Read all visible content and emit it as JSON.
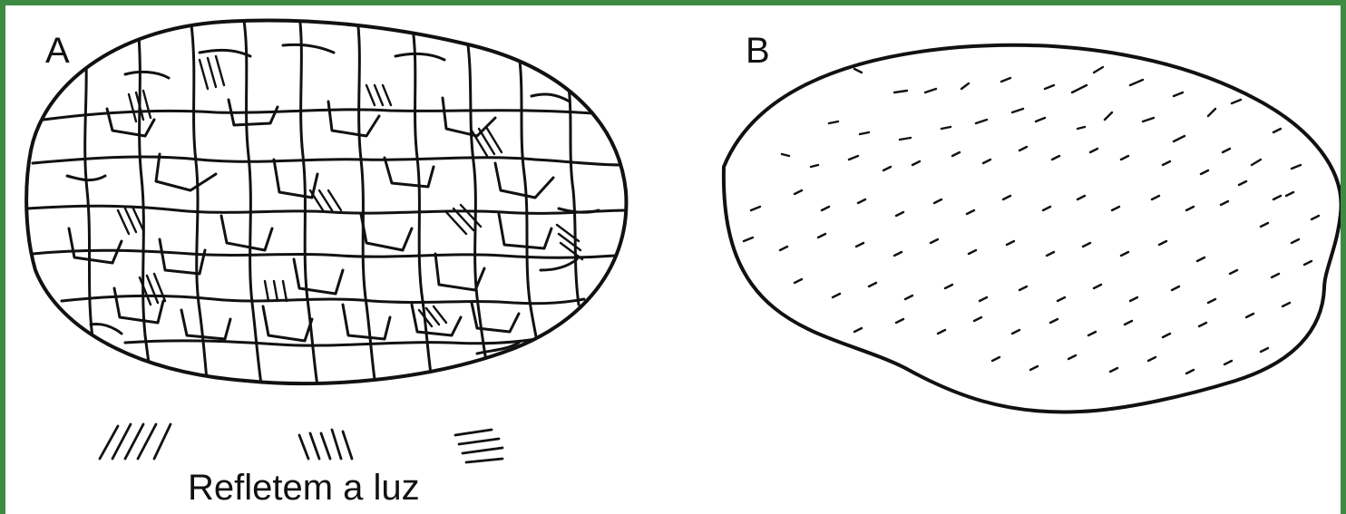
{
  "figure": {
    "left_panel_label": "A",
    "right_panel_label": "B",
    "caption": "Refletem a luz",
    "palette": {
      "frame": "#3f8a43",
      "ink": "#111111",
      "paper": "#ffffff"
    }
  }
}
